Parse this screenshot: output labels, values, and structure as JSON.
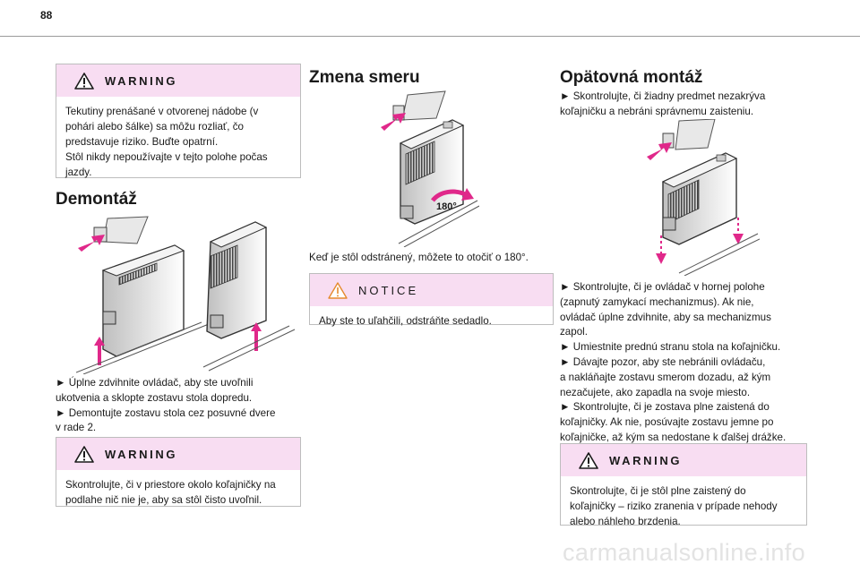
{
  "page_number": "88",
  "col1": {
    "warning1": {
      "title": "WARNING",
      "lines": [
        "Tekutiny prenášané v otvorenej nádobe (v",
        "pohári alebo šálke) sa môžu rozliať, čo",
        "predstavuje riziko. Buďte opatrní.",
        "Stôl nikdy nepoužívajte v tejto polohe počas",
        "jazdy."
      ]
    },
    "heading": "Demontáž",
    "steps": [
      "► Úplne zdvihnite ovládač, aby ste uvoľnili",
      "ukotvenia a sklopte zostavu stola dopredu.",
      "► Demontujte zostavu stola cez posuvné dvere",
      "v rade 2."
    ],
    "warning2": {
      "title": "WARNING",
      "lines": [
        "Skontrolujte, či v priestore okolo koľajničky na",
        "podlahe nič nie je, aby sa stôl čisto uvoľnil."
      ]
    }
  },
  "col2": {
    "heading": "Zmena smeru",
    "figure_label": "180°",
    "text": "Keď je stôl odstránený, môžete to otočiť o 180°.",
    "notice": {
      "title": "NOTICE",
      "lines": [
        "Aby ste to uľahčili, odstráňte sedadlo."
      ]
    }
  },
  "col3": {
    "heading": "Opätovná montáž",
    "intro": [
      "► Skontrolujte, či žiadny predmet nezakrýva",
      "koľajničku a nebráni správnemu zaisteniu."
    ],
    "steps": [
      "► Skontrolujte, či je ovládač v hornej polohe",
      "(zapnutý zamykací mechanizmus). Ak nie,",
      "ovládač úplne zdvihnite, aby sa mechanizmus",
      "zapol.",
      "► Umiestnite prednú stranu stola na koľajničku.",
      "► Dávajte pozor, aby ste nebránili ovládaču,",
      "a nakláňajte zostavu smerom dozadu, až kým",
      "nezačujete, ako zapadla na svoje miesto.",
      "► Skontrolujte, či je zostava plne zaistená do",
      "koľajničky. Ak nie, posúvajte zostavu jemne po",
      "koľajničke, až kým sa nedostane k ďalšej drážke."
    ],
    "warning": {
      "title": "WARNING",
      "lines": [
        "Skontrolujte, či je stôl plne zaistený do",
        "koľajničky – riziko zranenia v prípade nehody",
        "alebo náhleho brzdenia."
      ]
    }
  },
  "footer": "carmanualsonline.info",
  "colors": {
    "box_header": "#f8ddf2",
    "arrow": "#e0288a",
    "rule": "#9a9a9a"
  }
}
